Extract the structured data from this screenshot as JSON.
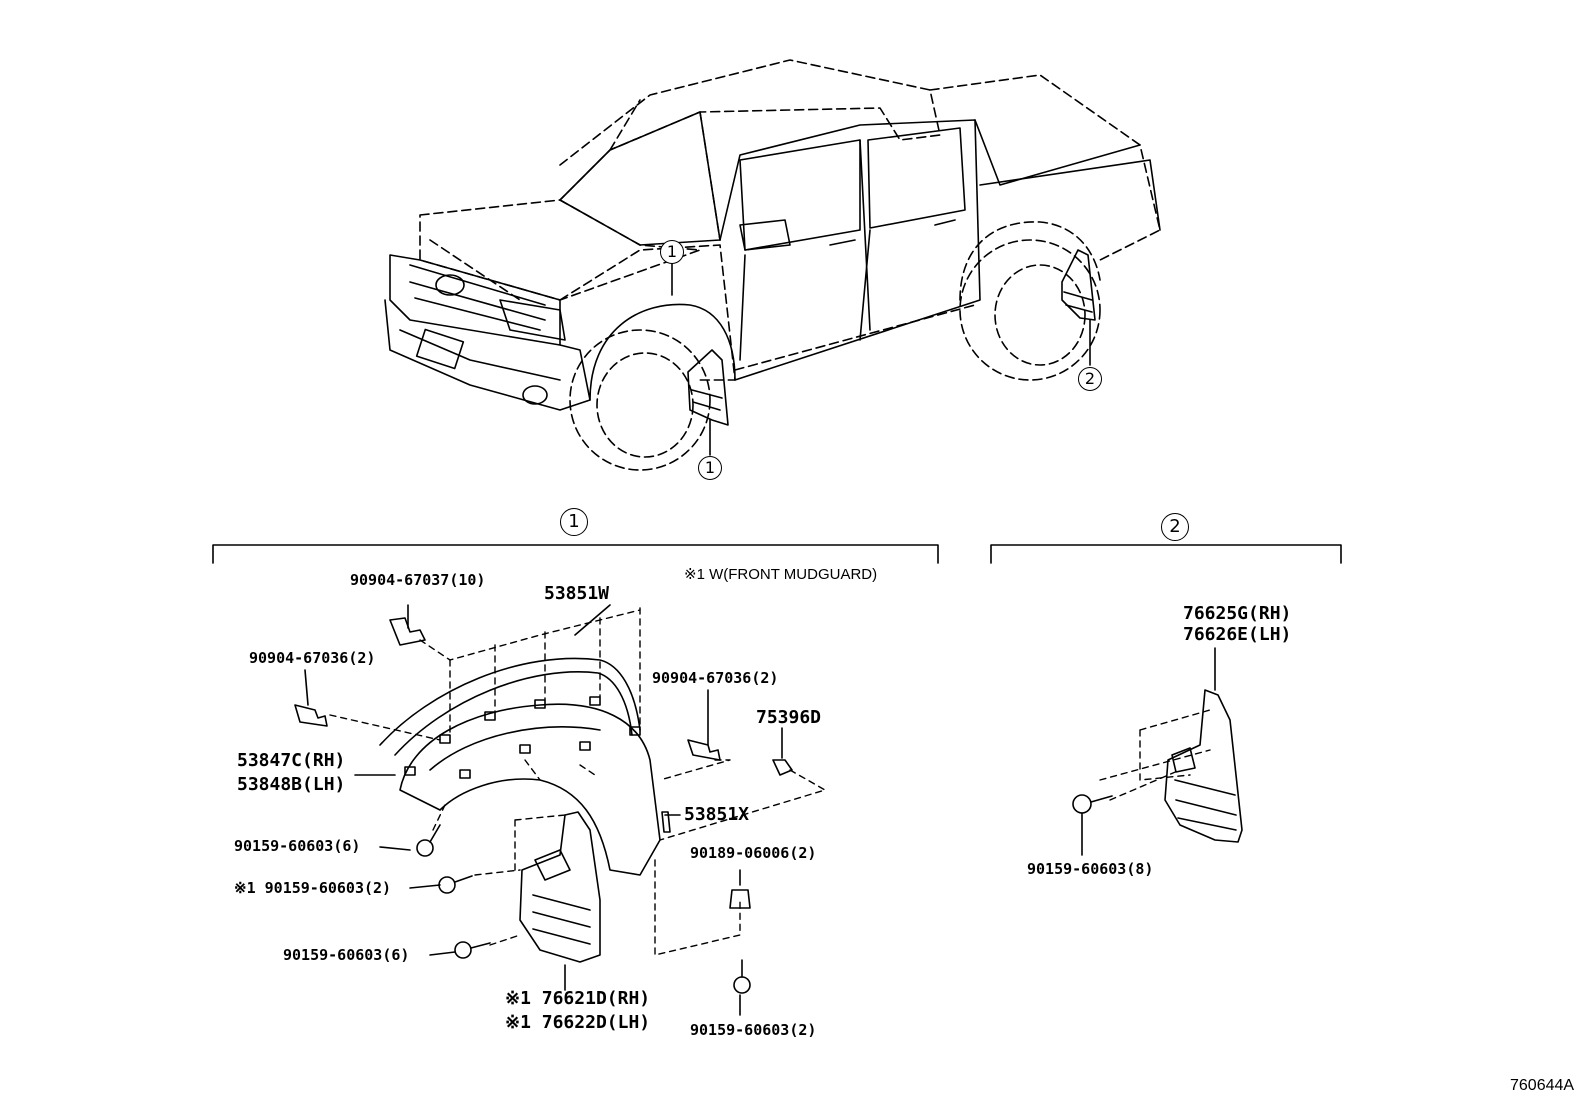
{
  "callouts": {
    "truck_front_upper": "1",
    "truck_front_lower": "1",
    "truck_rear": "2",
    "section1": "1",
    "section2": "2"
  },
  "note": "※1 W(FRONT MUDGUARD)",
  "parts": {
    "p1": "90904-67037(10)",
    "p2": "53851W",
    "p3": "90904-67036(2)",
    "p4": "90904-67036(2)",
    "p5": "75396D",
    "p6a": "53847C(RH)",
    "p6b": "53848B(LH)",
    "p7": "53851X",
    "p8": "90159-60603(6)",
    "p9": "※1 90159-60603(2)",
    "p10": "90189-06006(2)",
    "p11": "90159-60603(6)",
    "p12a": "※1 76621D(RH)",
    "p12b": "※1 76622D(LH)",
    "p13": "90159-60603(2)",
    "p14a": "76625G(RH)",
    "p14b": "76626E(LH)",
    "p15": "90159-60603(8)"
  },
  "diagram_id": "760644A"
}
